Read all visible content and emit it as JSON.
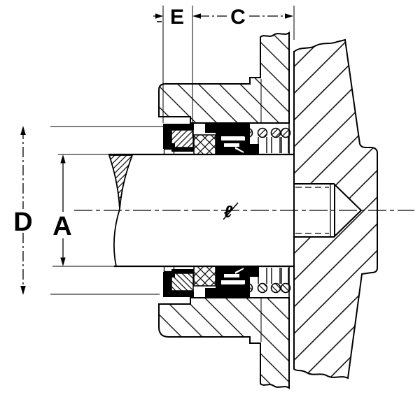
{
  "diagram": {
    "labels": {
      "dim_d": "D",
      "dim_a": "A",
      "dim_e": "E",
      "dim_c": "C"
    },
    "symbols": {
      "centerline": "ℓ"
    },
    "colors": {
      "ink": "#000000",
      "paper": "#ffffff"
    }
  }
}
